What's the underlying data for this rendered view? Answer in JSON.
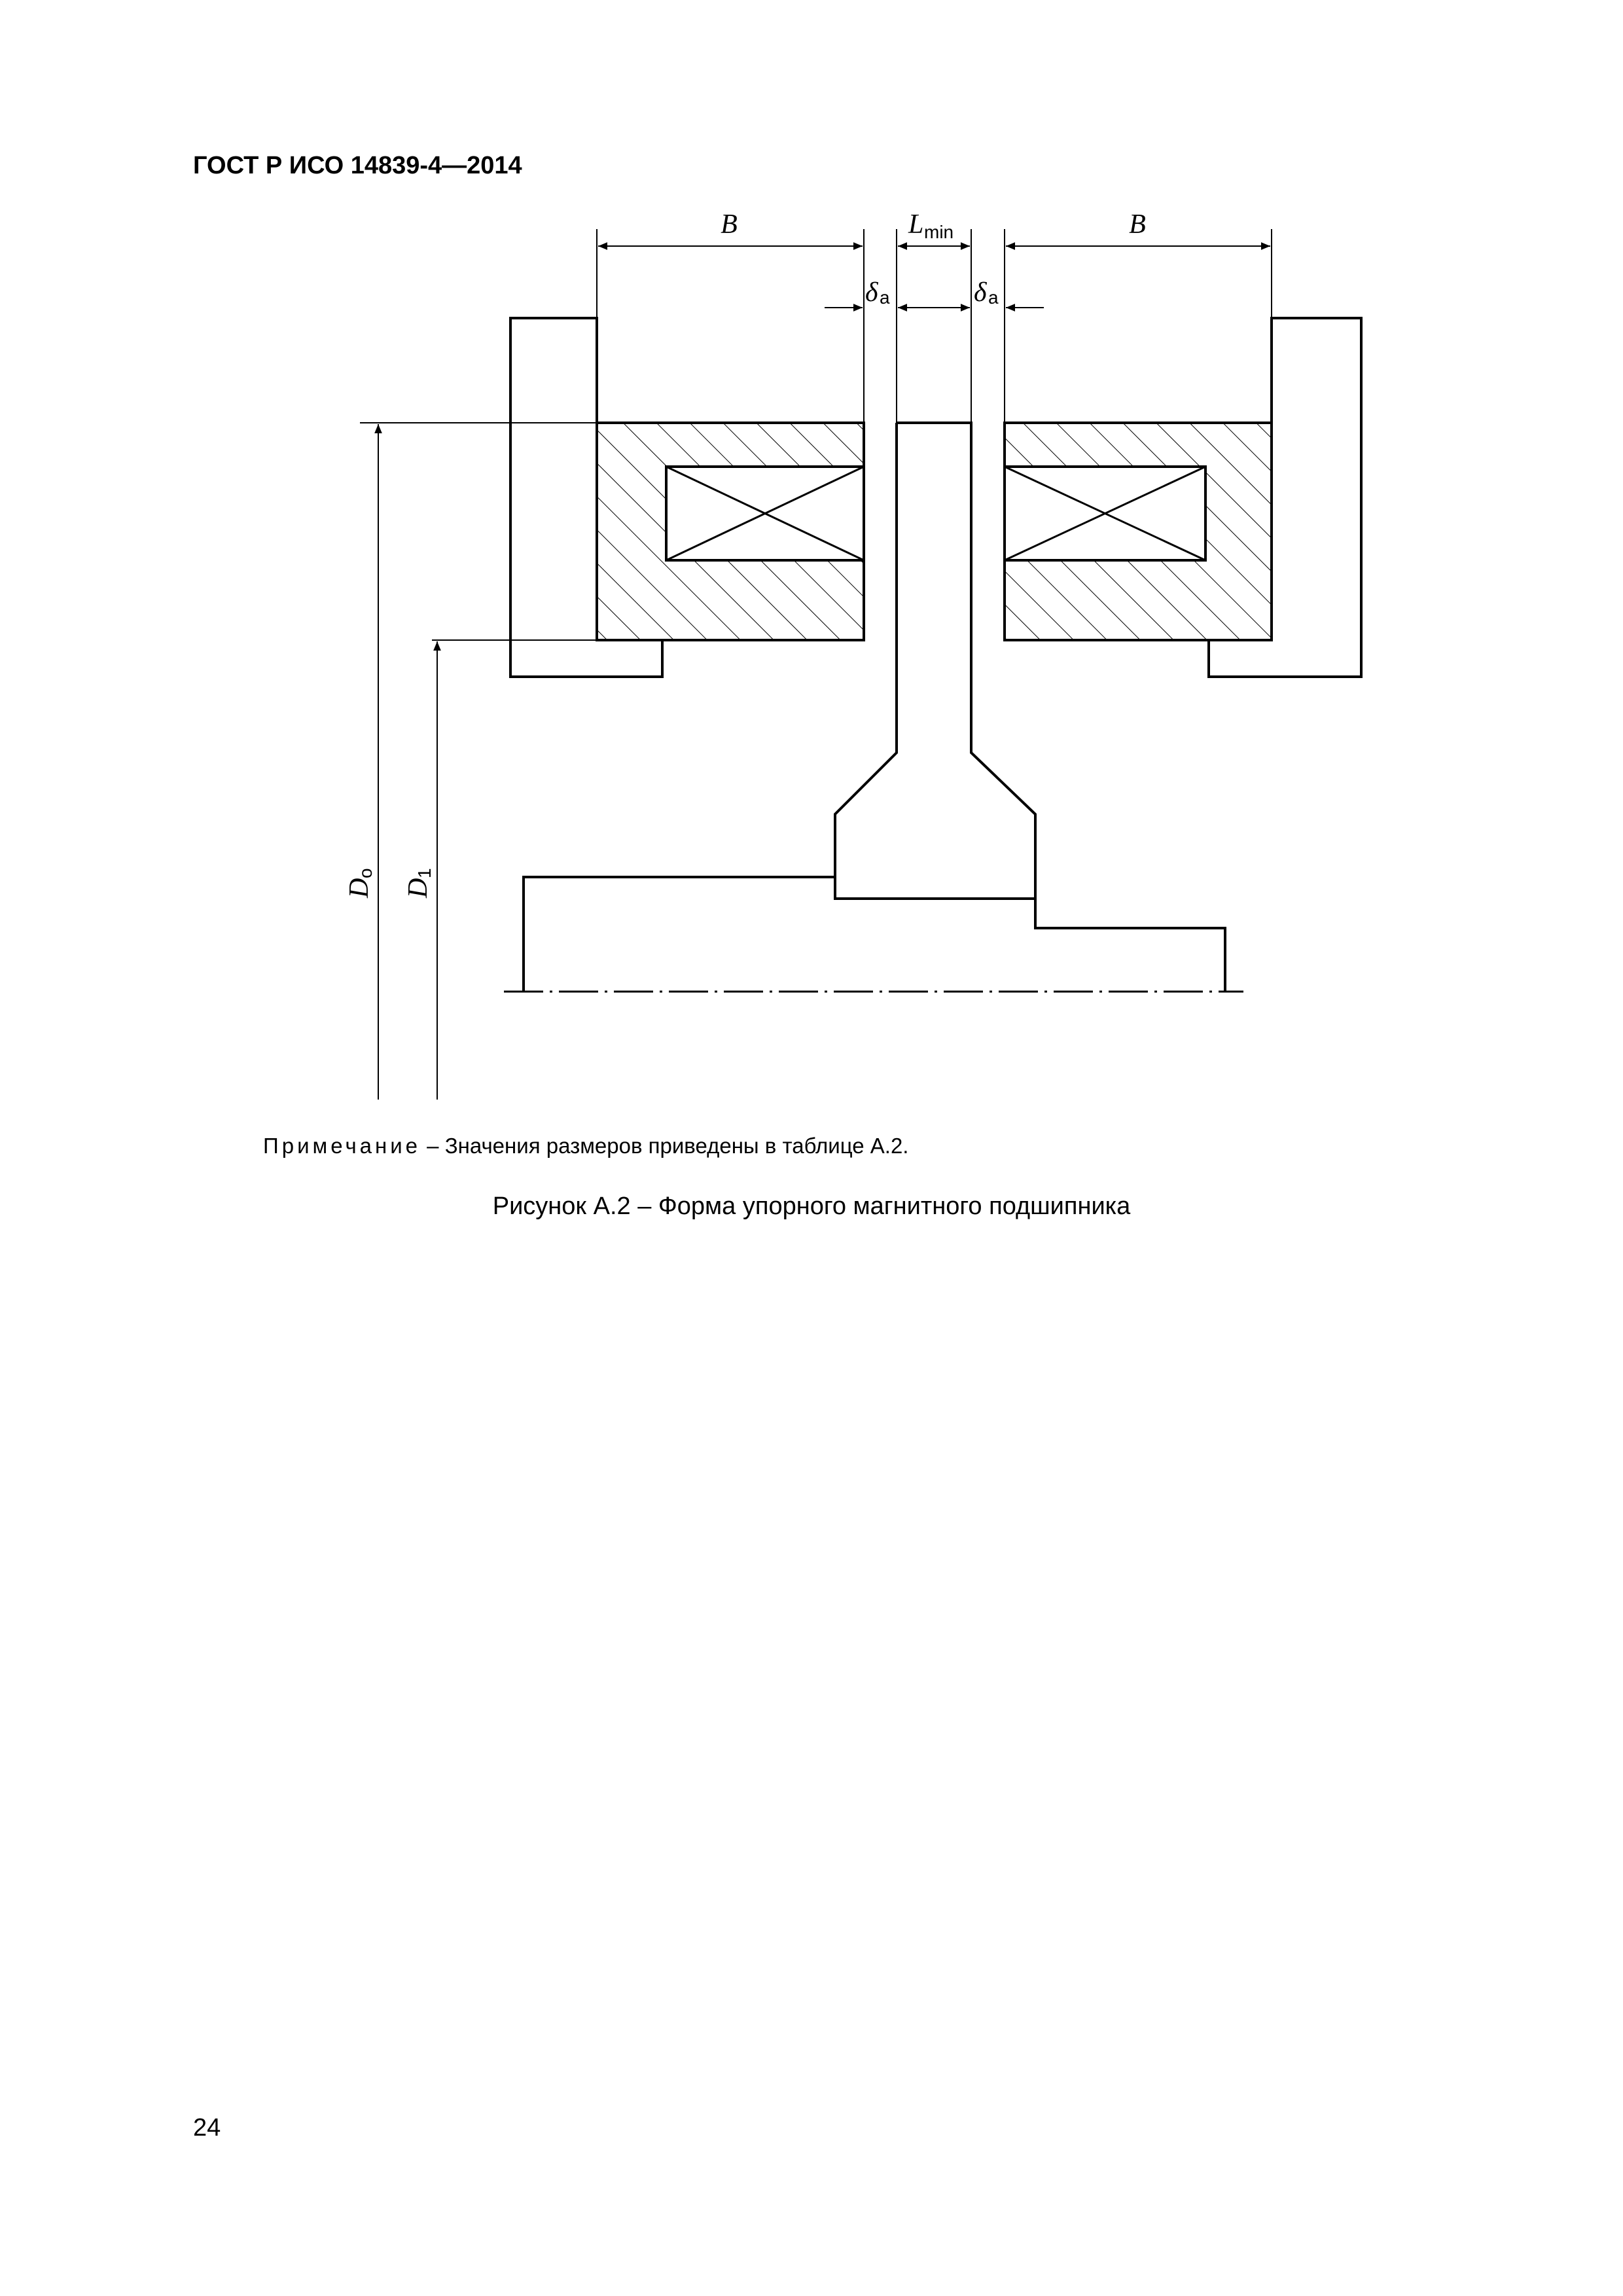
{
  "header": {
    "doc_id": "ГОСТ Р ИСО 14839-4—2014"
  },
  "figure": {
    "labels": {
      "b_left": "B",
      "b_right": "B",
      "lmin_main": "L",
      "lmin_sub": "min",
      "delta_left_main": "δ",
      "delta_left_sub": "a",
      "delta_right_main": "δ",
      "delta_right_sub": "a",
      "do_main": "D",
      "do_sub": "o",
      "d1_main": "D",
      "d1_sub": "1"
    }
  },
  "note": {
    "lead": "Примечание",
    "text": " – Значения размеров приведены в таблице А.2."
  },
  "caption": {
    "text": "Рисунок А.2 – Форма упорного магнитного подшипника"
  },
  "footer": {
    "page_number": "24"
  }
}
